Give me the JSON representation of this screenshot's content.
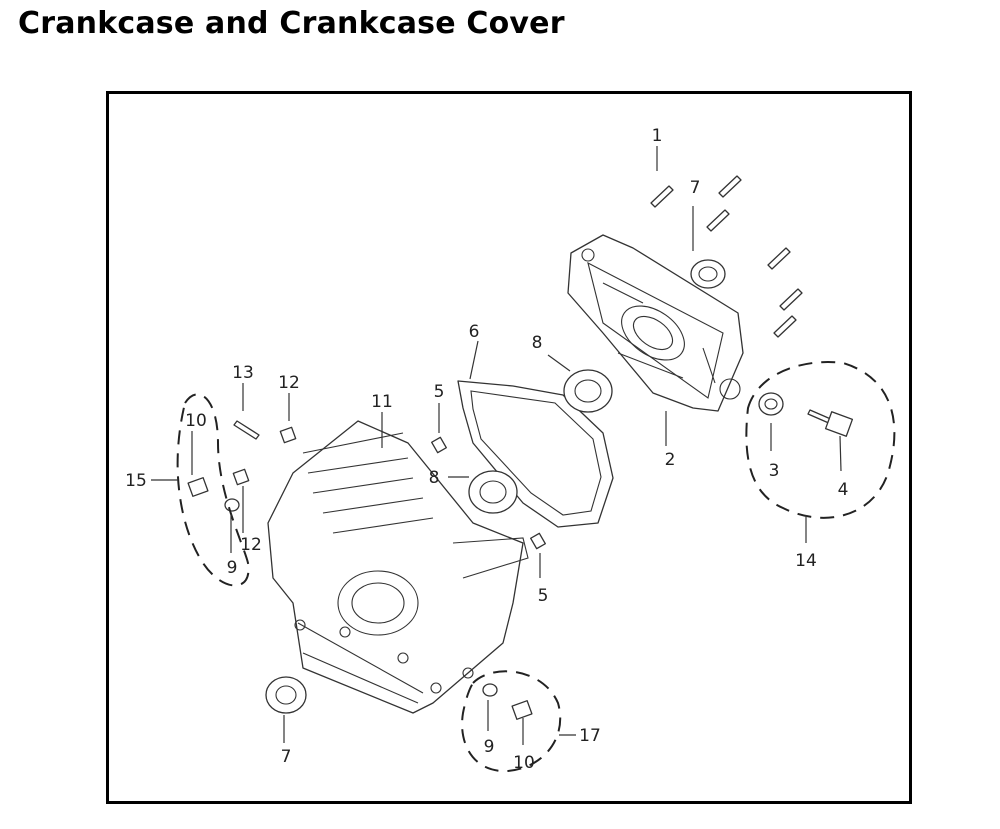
{
  "page": {
    "title": "Crankcase and Crankcase Cover"
  },
  "callouts": [
    "1",
    "2",
    "3",
    "4",
    "5",
    "5",
    "6",
    "7",
    "7",
    "8",
    "8",
    "9",
    "9",
    "10",
    "10",
    "11",
    "12",
    "12",
    "13",
    "14",
    "15",
    "17"
  ],
  "diagram": {
    "groups": [
      "14",
      "15",
      "17"
    ]
  }
}
